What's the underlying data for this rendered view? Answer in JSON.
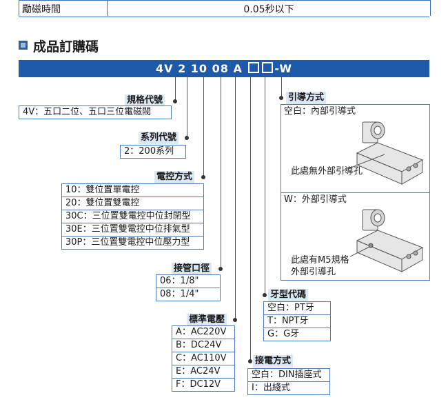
{
  "spec_row": {
    "label": "勵磁時間",
    "value": "0.05秒以下"
  },
  "section_title": "成品訂購碼",
  "code_bar": {
    "prefix": "4V 2 10 08 A",
    "suffix": "-W"
  },
  "groups": {
    "spec_code": {
      "title": "規格代號",
      "items": [
        "4V：五口二位、五口三位電磁閥"
      ]
    },
    "series_code": {
      "title": "系列代號",
      "items": [
        "2：200系列"
      ]
    },
    "control_mode": {
      "title": "電控方式",
      "items": [
        "10：雙位置單電控",
        "20：雙位置雙電控",
        "30C：三位置雙電控中位封閉型",
        "30E：三位置雙電控中位排氣型",
        "30P：三位置雙電控中位壓力型"
      ]
    },
    "port_size": {
      "title": "接管口徑",
      "items": [
        "06：1/8\"",
        "08：1/4\""
      ]
    },
    "voltage": {
      "title": "標準電壓",
      "items": [
        "A：AC220V",
        "B：DC24V",
        "C：AC110V",
        "E：AC24V",
        "F：DC12V"
      ]
    },
    "wiring": {
      "title": "接電方式",
      "items": [
        "空白：DIN插座式",
        "I：出綫式"
      ]
    },
    "thread": {
      "title": "牙型代碼",
      "items": [
        "空白：PT牙",
        "T：NPT牙",
        "G：G牙"
      ]
    },
    "pilot": {
      "title": "引導方式",
      "internal": {
        "label": "空白：內部引導式",
        "note": "此處無外部引導孔"
      },
      "external": {
        "label": "W：外部引導式",
        "note_line1": "此處有M5規格",
        "note_line2": "外部引導孔"
      }
    }
  }
}
